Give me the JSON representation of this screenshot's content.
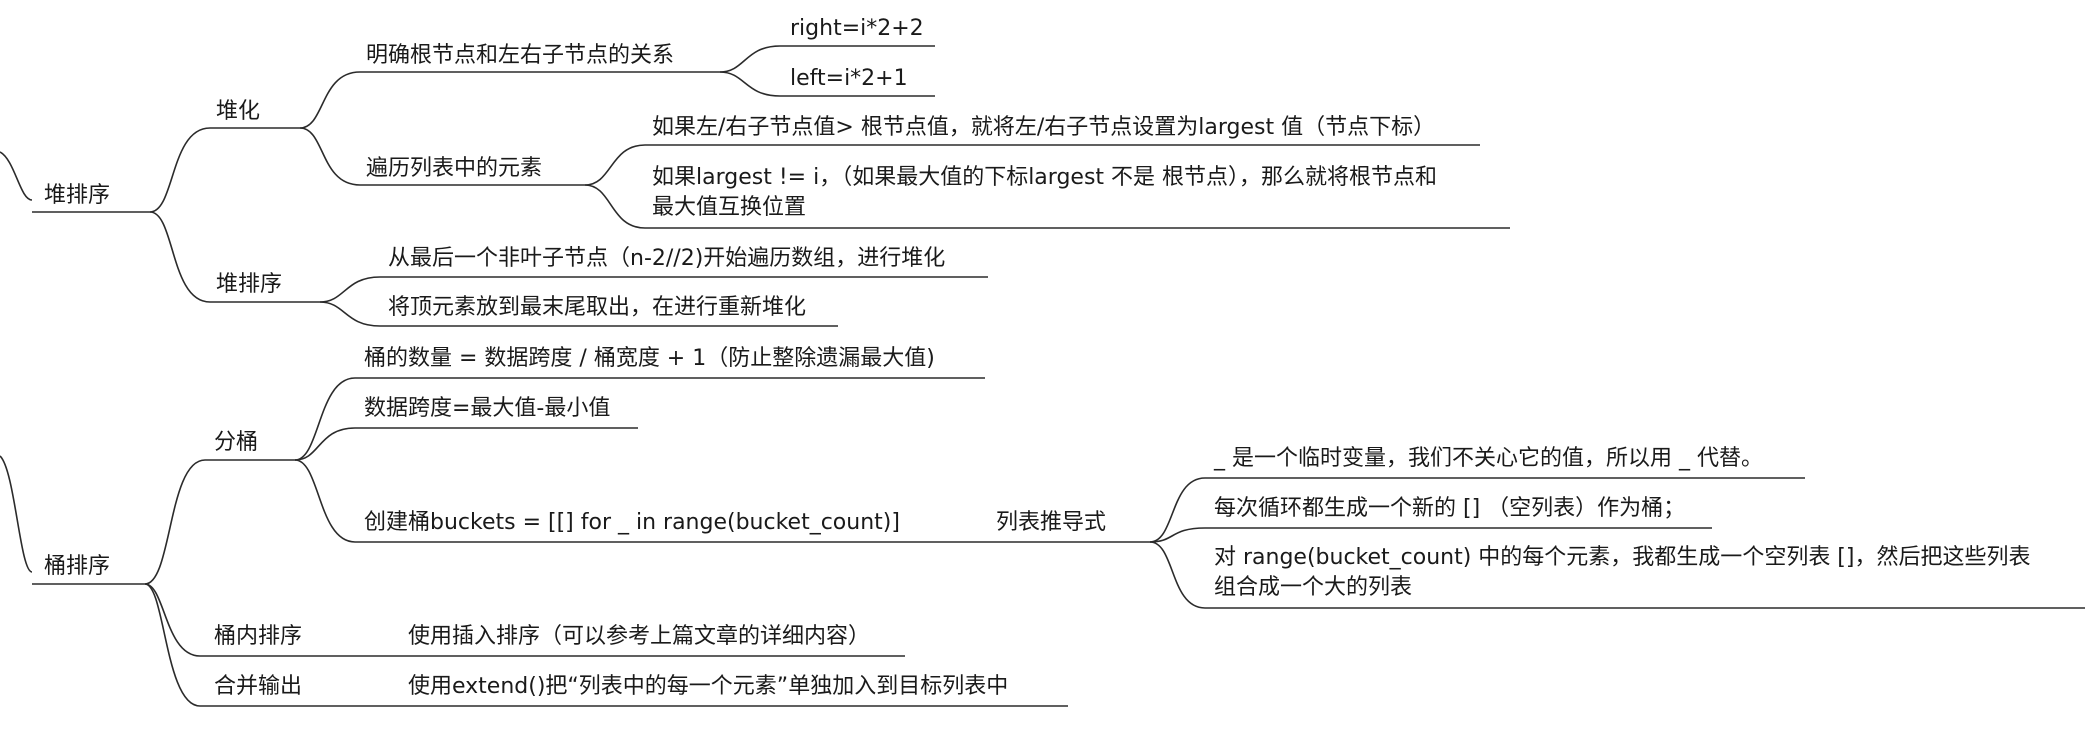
{
  "heap": {
    "root": "堆排序",
    "heapify": {
      "label": "堆化",
      "relation": {
        "label": "明确根节点和左右子节点的关系",
        "right": "right=i*2+2",
        "left": "left=i*2+1"
      },
      "traverse": {
        "label": "遍历列表中的元素",
        "cond1": "如果左/右子节点值> 根节点值，就将左/右子节点设置为largest 值（节点下标）",
        "cond2_line1": "如果largest != i，（如果最大值的下标largest 不是 根节点），那么就将根节点和",
        "cond2_line2": "最大值互换位置"
      }
    },
    "sort": {
      "label": "堆排序",
      "step1": "从最后一个非叶子节点（n-2//2)开始遍历数组，进行堆化",
      "step2": "将顶元素放到最末尾取出，在进行重新堆化"
    }
  },
  "bucket": {
    "root": "桶排序",
    "split": {
      "label": "分桶",
      "count": "桶的数量 = 数据跨度 / 桶宽度 + 1（防止整除遗漏最大值)",
      "span": "数据跨度=最大值-最小值",
      "create": "创建桶buckets = [[] for _ in range(bucket_count)]",
      "comprehension": {
        "label": "列表推导式",
        "note1": "_ 是一个临时变量，我们不关心它的值，所以用 _ 代替。",
        "note2": "每次循环都生成一个新的 [] （空列表）作为桶；",
        "note3_line1": "对 range(bucket_count) 中的每个元素，我都生成一个空列表 []，然后把这些列表",
        "note3_line2": "组合成一个大的列表"
      }
    },
    "inner_sort": {
      "label": "桶内排序",
      "detail": "使用插入排序（可以参考上篇文章的详细内容）"
    },
    "merge": {
      "label": "合并输出",
      "detail": "使用extend()把“列表中的每一个元素”单独加入到目标列表中"
    }
  }
}
